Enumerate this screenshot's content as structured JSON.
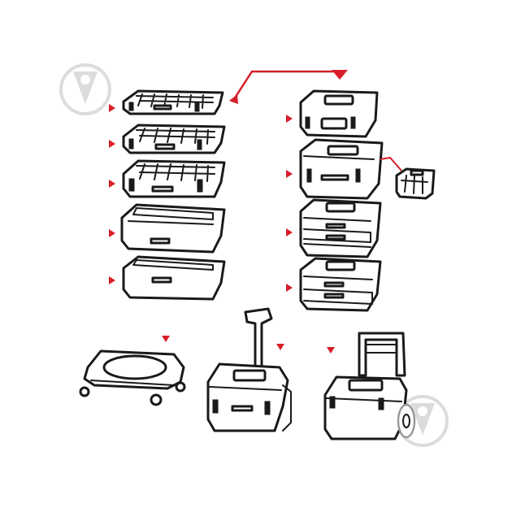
{
  "diagram": {
    "accent_color": "#d81e2a",
    "line_color": "#1a1a1a",
    "watermark_color": "#dcdcdc",
    "watermark_icon": "pin-logo-icon",
    "left_column": [
      "organizer-shallow",
      "organizer-medium",
      "organizer-deep",
      "open-tray-deep",
      "open-tray-shallow"
    ],
    "right_column": [
      "toolbox-small",
      "toolbox-organizer-lid",
      "drawer-unit-three",
      "drawer-unit-two"
    ],
    "bottom_row": [
      "dolly-platform",
      "trolley-cart-handle",
      "trolley-cart-wheels"
    ],
    "accessory": "mini-organizer"
  }
}
